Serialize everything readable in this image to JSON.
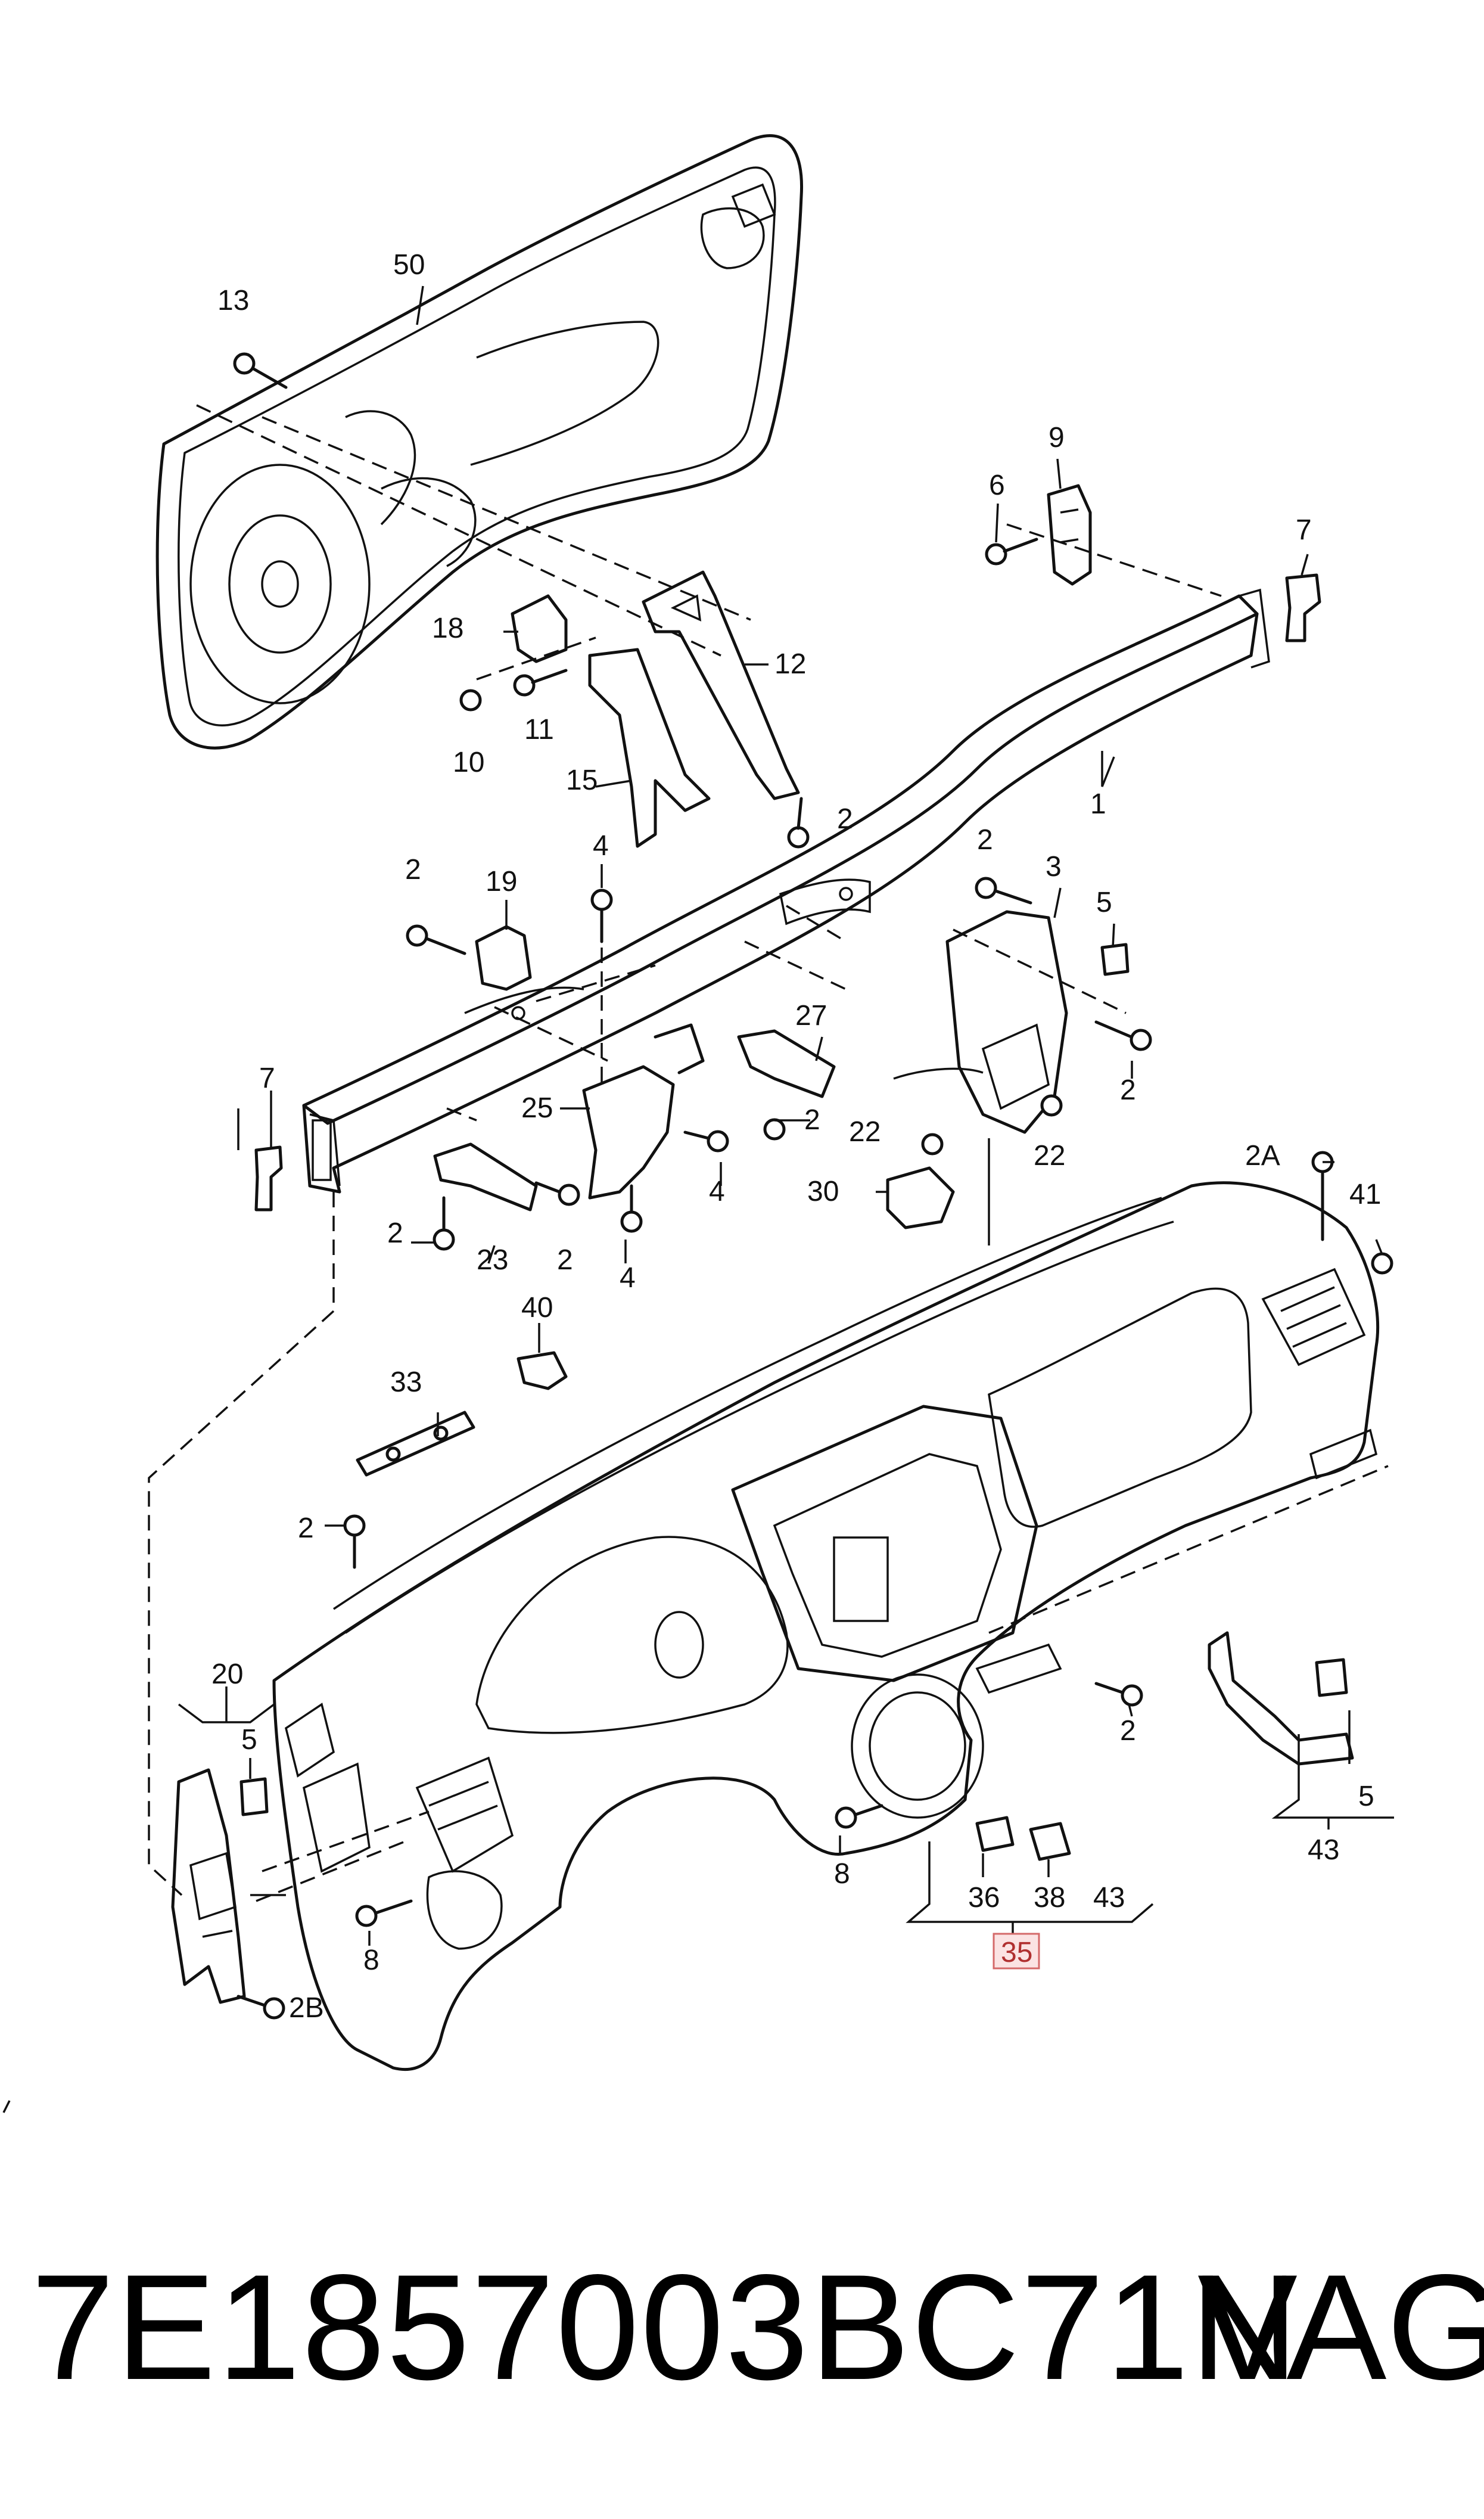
{
  "callouts": {
    "c1": "1",
    "c2": "2",
    "c2a": "2A",
    "c2b": "2B",
    "c3": "3",
    "c4": "4",
    "c5": "5",
    "c6": "6",
    "c7": "7",
    "c8": "8",
    "c9": "9",
    "c10": "10",
    "c11": "11",
    "c12": "12",
    "c13": "13",
    "c15": "15",
    "c18": "18",
    "c19": "19",
    "c20": "20",
    "c22": "22",
    "c23": "23",
    "c25": "25",
    "c27": "27",
    "c30": "30",
    "c33": "33",
    "c35": "35",
    "c36": "36",
    "c38": "38",
    "c40": "40",
    "c41": "41",
    "c43": "43",
    "c50": "50"
  },
  "highlighted_callout": "35",
  "highlight_color": "#fbe3e3",
  "part_number": "7E1857003BC71N",
  "brand": "VAG"
}
